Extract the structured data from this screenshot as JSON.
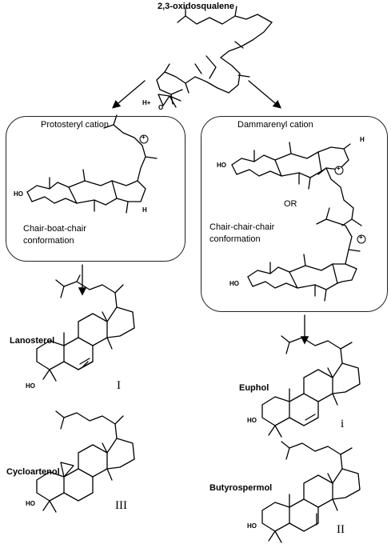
{
  "top": {
    "title": "2,3-oxidosqualene",
    "proton": "H+",
    "oxygen": "O"
  },
  "left_branch": {
    "box_title": "Protosteryl cation",
    "conformation_line1": "Chair-boat-chair",
    "conformation_line2": "conformation",
    "atom_ho": "HO",
    "atom_h": "H",
    "charge": "+"
  },
  "right_branch": {
    "box_title": "Dammarenyl cation",
    "or_text": "OR",
    "conformation_line1": "Chair-chair-chair",
    "conformation_line2": "conformation",
    "atom_ho_1": "HO",
    "atom_ho_2": "HO",
    "atom_h": "H",
    "charge": "+"
  },
  "products": [
    {
      "name": "Lanosterol",
      "numeral": "I",
      "ho": "HO"
    },
    {
      "name": "Cycloartenol",
      "numeral": "III",
      "ho": "HO"
    },
    {
      "name": "Euphol",
      "numeral": "i",
      "ho": "HO"
    },
    {
      "name": "Butyrospermol",
      "numeral": "II",
      "ho": "HO"
    }
  ]
}
